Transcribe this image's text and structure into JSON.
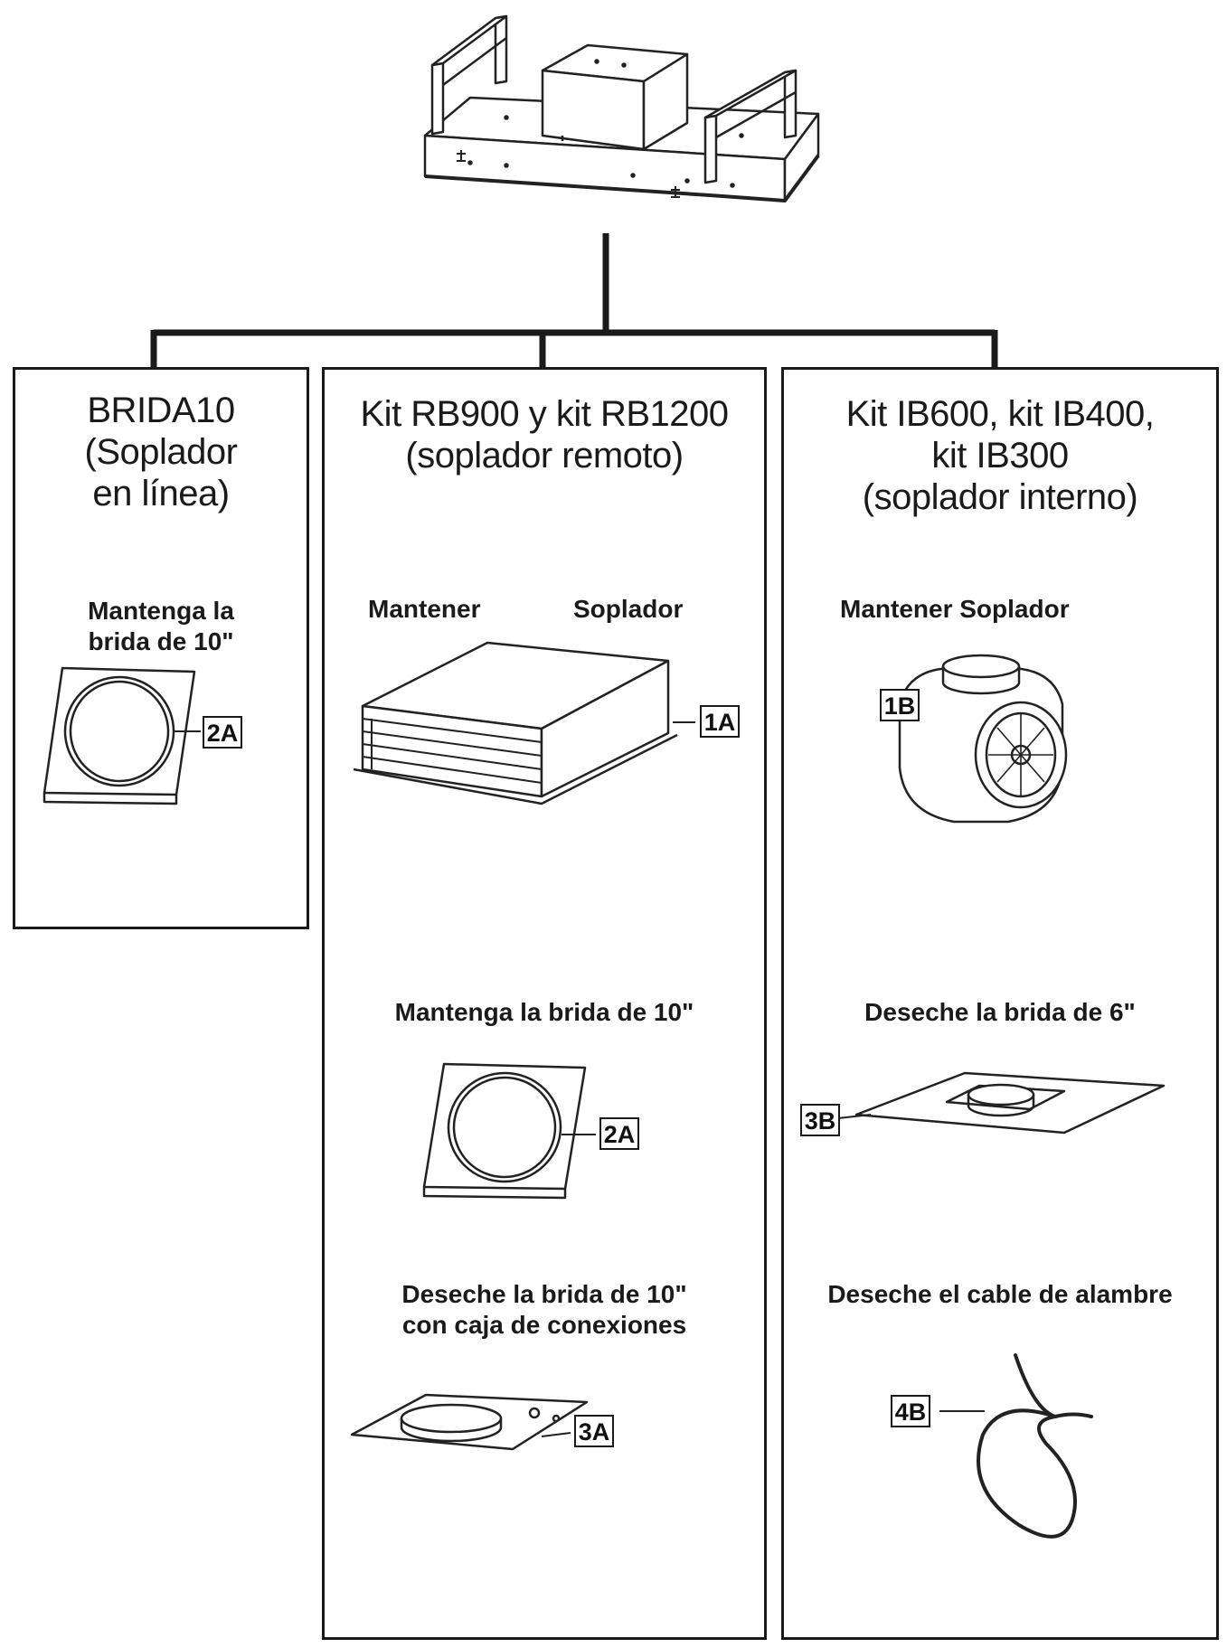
{
  "panels": [
    {
      "id": "brida10",
      "title": [
        "BRIDA10",
        "(Soplador",
        "en línea)"
      ],
      "labels": [
        {
          "lines": [
            "Mantenga la",
            "brida de 10\""
          ]
        }
      ],
      "tags": [
        "2A"
      ]
    },
    {
      "id": "rb",
      "title": [
        "Kit RB900 y kit RB1200",
        "(soplador remoto)"
      ],
      "labels": [
        {
          "lines": [
            "Mantener"
          ]
        },
        {
          "lines": [
            "Soplador"
          ]
        },
        {
          "lines": [
            "Mantenga la brida de 10\""
          ]
        },
        {
          "lines": [
            "Deseche la brida de 10\"",
            "con caja de conexiones"
          ]
        }
      ],
      "tags": [
        "1A",
        "2A",
        "3A"
      ]
    },
    {
      "id": "ib",
      "title": [
        "Kit IB600, kit IB400,",
        "kit IB300",
        "(soplador interno)"
      ],
      "labels": [
        {
          "lines": [
            "Mantener Soplador"
          ]
        },
        {
          "lines": [
            "Deseche la brida de 6\""
          ]
        },
        {
          "lines": [
            "Deseche el cable de alambre"
          ]
        }
      ],
      "tags": [
        "1B",
        "3B",
        "4B"
      ]
    }
  ]
}
